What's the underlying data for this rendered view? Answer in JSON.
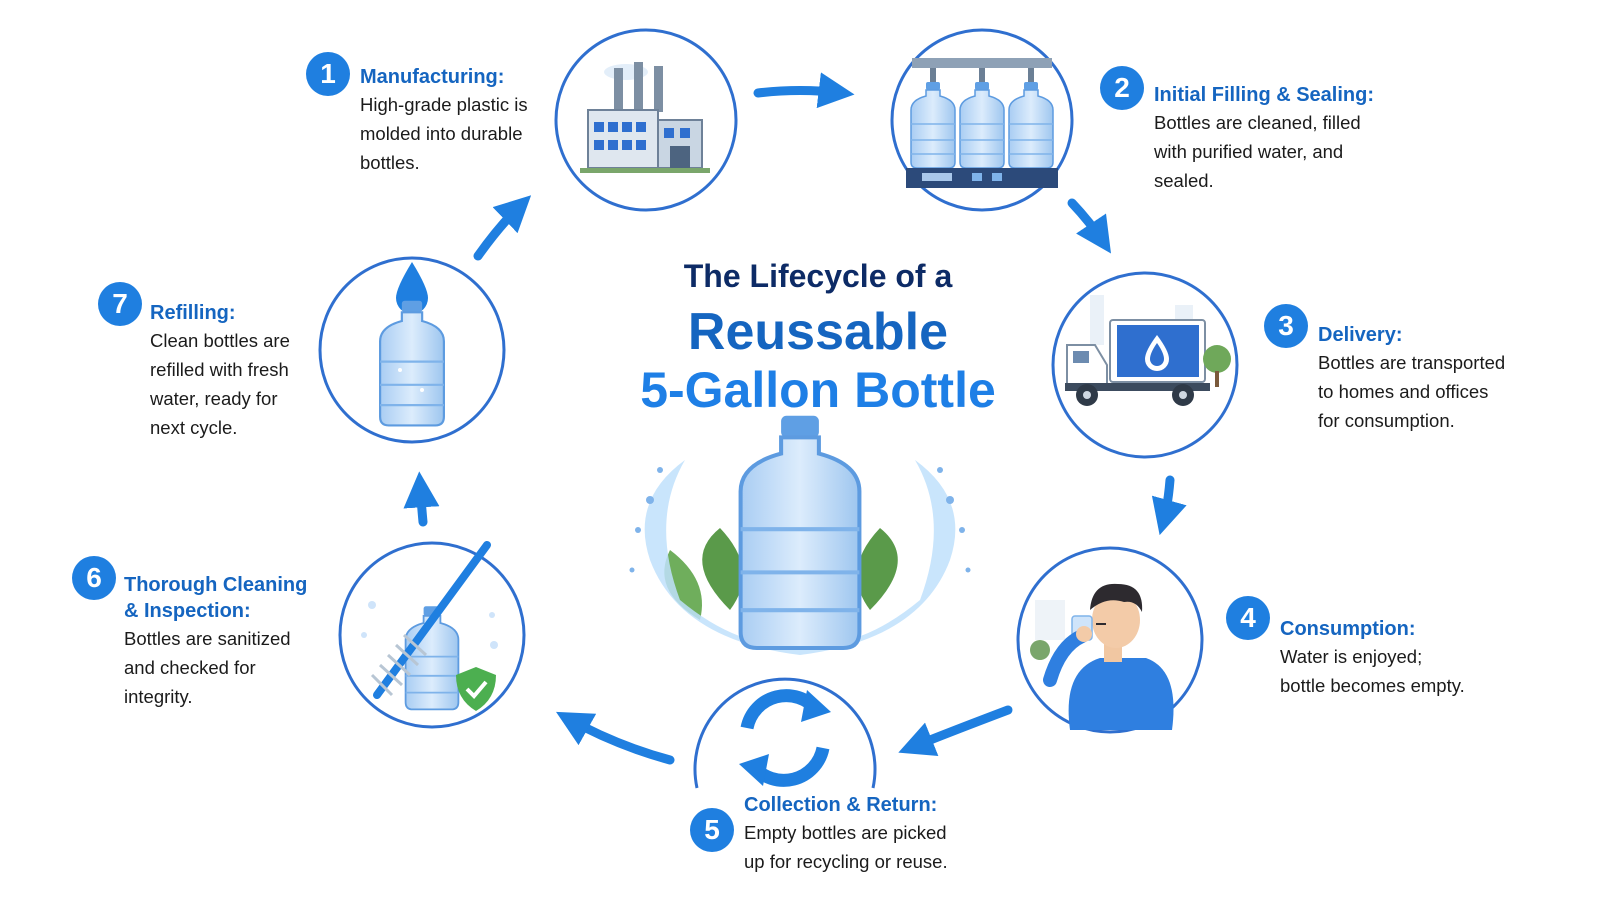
{
  "title": {
    "line1": "The Lifecycle of a",
    "line2": "Reussable",
    "line3": "5-Gallon Bottle"
  },
  "colors": {
    "primary": "#1565c0",
    "accent": "#1f7fe0",
    "dark": "#0d2b66",
    "water_light": "#cfe4fa",
    "leaf": "#5a9a4a",
    "shield": "#4caf50"
  },
  "steps": [
    {
      "number": "1",
      "title": "Manufacturing:",
      "description": "High-grade plastic is\nmolded into durable\nbottles.",
      "icon": "factory-icon"
    },
    {
      "number": "2",
      "title": "Initial Filling & Sealing:",
      "description": "Bottles are cleaned, filled\nwith purified water, and\nsealed.",
      "icon": "filling-machine-icon"
    },
    {
      "number": "3",
      "title": "Delivery:",
      "description": "Bottles are transported\nto homes and offices\nfor consumption.",
      "icon": "delivery-truck-icon"
    },
    {
      "number": "4",
      "title": "Consumption:",
      "description": "Water is enjoyed;\nbottle becomes empty.",
      "icon": "person-drinking-icon"
    },
    {
      "number": "5",
      "title": "Collection & Return:",
      "description": "Empty bottles are picked\nup for recycling or reuse.",
      "icon": "recycle-arrows-icon"
    },
    {
      "number": "6",
      "title": "Thorough Cleaning\n& Inspection:",
      "description": "Bottles are sanitized\nand checked for\nintegrity.",
      "icon": "cleaning-brush-icon"
    },
    {
      "number": "7",
      "title": "Refilling:",
      "description": "Clean bottles are\nrefilled with fresh\nwater, ready for\nnext cycle.",
      "icon": "water-drop-bottle-icon"
    }
  ]
}
